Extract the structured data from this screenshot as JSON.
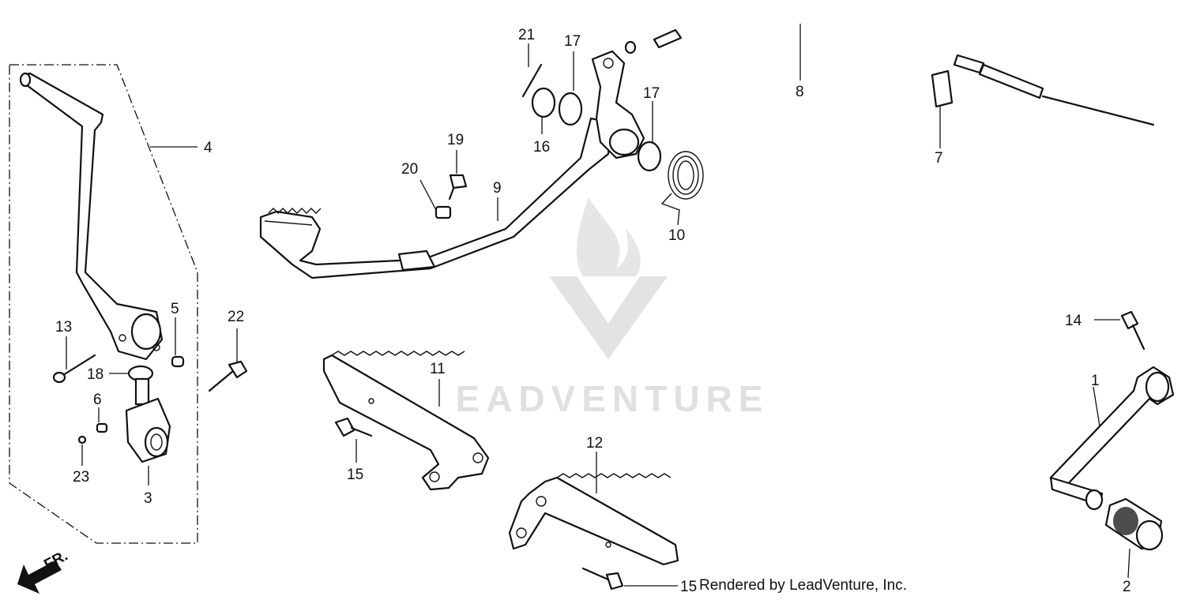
{
  "labels": {
    "l1": "1",
    "l2": "2",
    "l3": "3",
    "l4": "4",
    "l5": "5",
    "l6": "6",
    "l7": "7",
    "l8": "8",
    "l9": "9",
    "l10": "10",
    "l11": "11",
    "l12": "12",
    "l13": "13",
    "l14": "14",
    "l15a": "15",
    "l15b": "15",
    "l16": "16",
    "l17a": "17",
    "l17b": "17",
    "l18": "18",
    "l19": "19",
    "l20": "20",
    "l21": "21",
    "l22": "22",
    "l23": "23"
  },
  "direction_marker": "FR.",
  "watermark": "EADVENTURE",
  "credit": "Rendered by LeadVenture, Inc."
}
